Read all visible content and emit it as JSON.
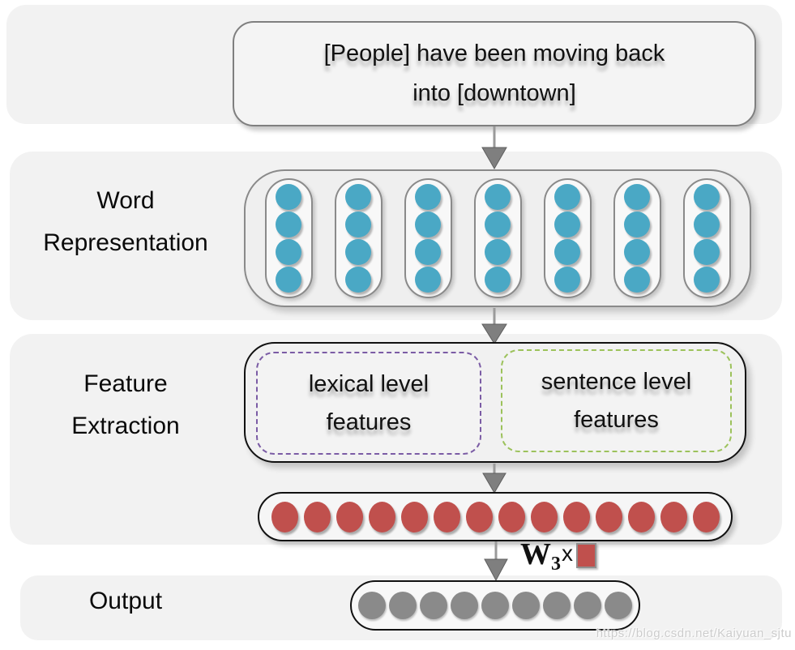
{
  "colors": {
    "band_bg": "#f2f2f2",
    "box_border_gray": "#7f7f7f",
    "box_border_black": "#111111",
    "word_unit": "#4aa8c5",
    "feature_unit": "#c0504d",
    "output_unit": "#8a8a8a",
    "lexical_border": "#7b5ca5",
    "sentence_border": "#9cc25b",
    "arrow_head": "#7f7f7f",
    "arrow_stem": "#9a9a9a"
  },
  "input_sentence": {
    "line1": "[People] have been moving back",
    "line2": "into [downtown]"
  },
  "word_representation": {
    "label_line1": "Word",
    "label_line2": "Representation",
    "word_count": 7,
    "units_per_word": 4
  },
  "feature_extraction": {
    "label_line1": "Feature",
    "label_line2": "Extraction",
    "lexical_box": {
      "line1": "lexical level",
      "line2": "features"
    },
    "sentence_box": {
      "line1": "sentence level",
      "line2": "features"
    },
    "feature_vector_size": 14
  },
  "output": {
    "label": "Output",
    "unit_count": 9
  },
  "weight_annotation": {
    "symbol": "W",
    "subscript": "3",
    "operator": "x"
  },
  "watermark": "https://blog.csdn.net/Kaiyuan_sjtu"
}
